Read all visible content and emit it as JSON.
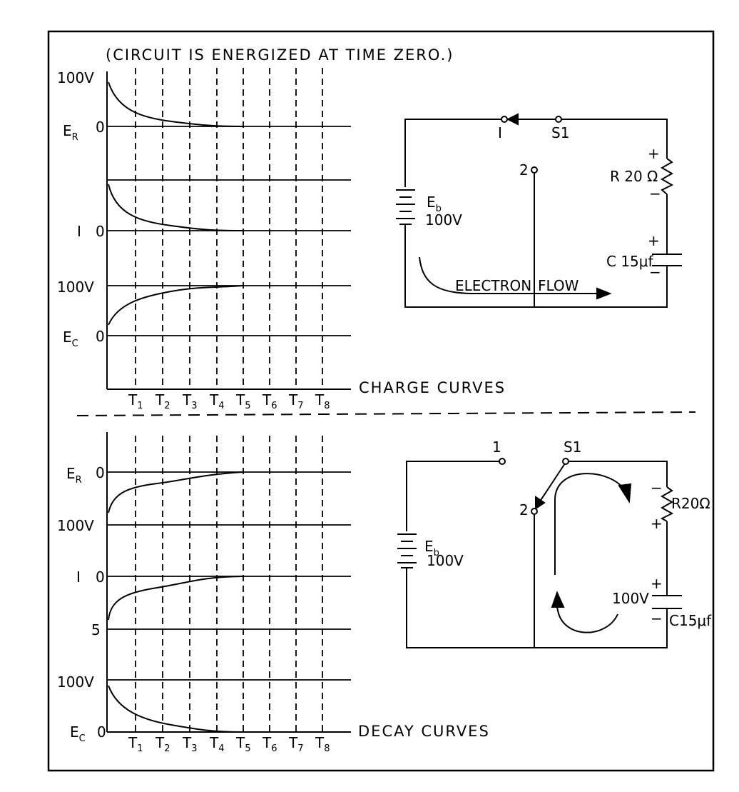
{
  "header": "(CIRCUIT IS ENERGIZED AT TIME ZERO.)",
  "charge": {
    "title": "CHARGE CURVES",
    "er": {
      "top": "100V",
      "sym": "E",
      "sub": "R",
      "zero": "0"
    },
    "i": {
      "sym": "I",
      "zero": "0"
    },
    "ec": {
      "top": "100V",
      "sym": "E",
      "sub": "C",
      "zero": "0"
    }
  },
  "decay": {
    "title": "DECAY CURVES",
    "er": {
      "sym": "E",
      "sub": "R",
      "zero": "0",
      "bottom": "100V"
    },
    "i": {
      "sym": "I",
      "zero": "0",
      "bottom": "5"
    },
    "ec": {
      "top": "100V",
      "sym": "E",
      "sub": "C",
      "zero": "0"
    }
  },
  "ticks": [
    {
      "t": "T",
      "n": "1"
    },
    {
      "t": "T",
      "n": "2"
    },
    {
      "t": "T",
      "n": "3"
    },
    {
      "t": "T",
      "n": "4"
    },
    {
      "t": "T",
      "n": "5"
    },
    {
      "t": "T",
      "n": "6"
    },
    {
      "t": "T",
      "n": "7"
    },
    {
      "t": "T",
      "n": "8"
    }
  ],
  "circuit_charge": {
    "pos1": "I",
    "switch": "S1",
    "pos2": "2",
    "battery": {
      "sym": "E",
      "sub": "b",
      "value": "100V"
    },
    "resistor": "R 20 Ω",
    "capacitor": "C 15μf",
    "plus": "+",
    "minus": "−",
    "flow_a": "ELECTRON",
    "flow_b": "FLOW"
  },
  "circuit_decay": {
    "pos1": "1",
    "switch": "S1",
    "pos2": "2",
    "battery": {
      "sym": "E",
      "sub": "b",
      "value": "100V"
    },
    "resistor": "R20Ω",
    "cap_voltage": "100V",
    "capacitor": "C15μf",
    "plus": "+",
    "minus": "−"
  }
}
